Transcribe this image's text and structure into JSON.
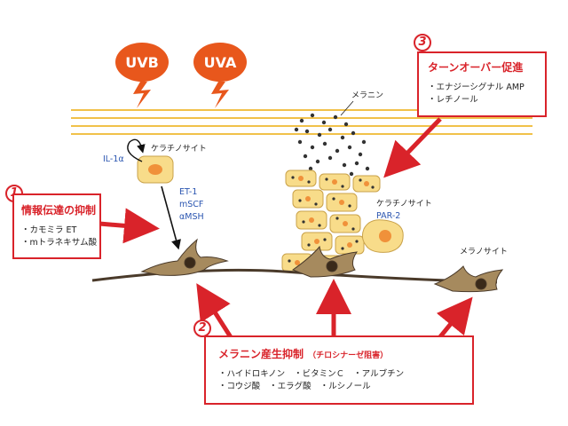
{
  "uv": {
    "uvb": "UVB",
    "uva": "UVA"
  },
  "labels": {
    "melanin": "メラニン",
    "keratinocyte_left": "ケラチノサイト",
    "keratinocyte_right": "ケラチノサイト",
    "melanocyte": "メラノサイト",
    "il1a": "IL-1α",
    "et1": "ET-1",
    "mscf": "mSCF",
    "amsh": "αMSH",
    "par2": "PAR-2"
  },
  "box1": {
    "number": "1",
    "title": "情報伝達の抑制",
    "items": [
      "・カモミラ ET",
      "・mトラネキサム酸"
    ]
  },
  "box2": {
    "number": "2",
    "title": "メラニン産生抑制",
    "subtitle": "（チロシナーゼ阻害）",
    "items_row1": [
      "・ハイドロキノン",
      "・ビタミンＣ",
      "・アルブチン"
    ],
    "items_row2": [
      "・コウジ酸",
      "・エラグ酸",
      "・ルシノール"
    ]
  },
  "box3": {
    "number": "3",
    "title": "ターンオーバー促進",
    "items": [
      "・エナジーシグナル AMP",
      "・レチノール"
    ]
  },
  "colors": {
    "accent_red": "#d9232a",
    "uv_orange": "#e8571c",
    "cell_fill": "#f8dc8a",
    "nucleus": "#f0913a",
    "membrane_line": "#f1c14a",
    "basement": "#4a3a2a",
    "label_blue": "#2a55b0"
  }
}
